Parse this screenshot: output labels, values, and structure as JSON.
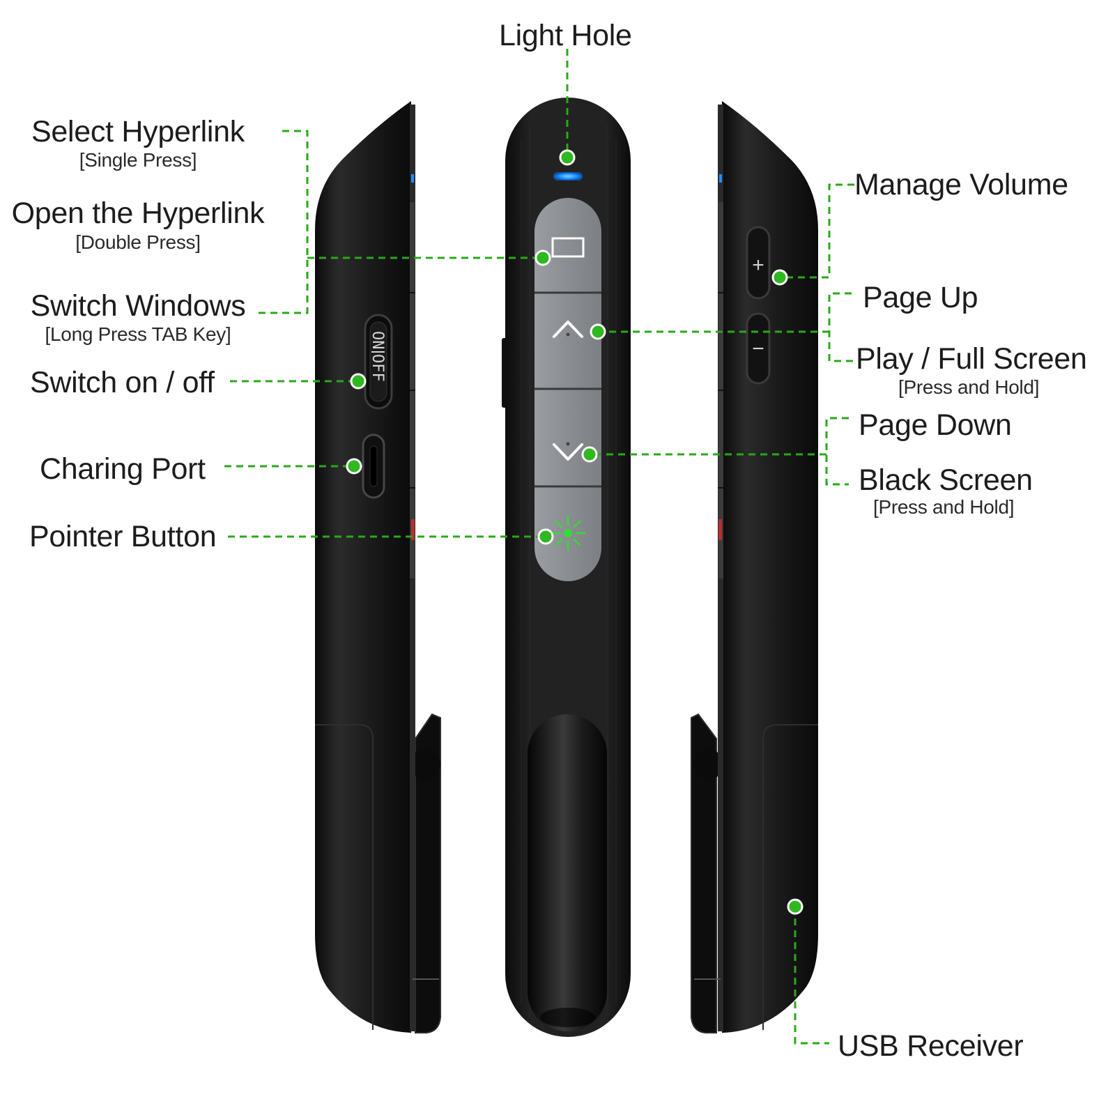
{
  "colors": {
    "leader": "#2aa81a",
    "dot": "#2fb820",
    "body": "#151515",
    "button": "#8d9094",
    "led": "#1e8fff"
  },
  "labels": {
    "light_hole": "Light Hole",
    "select_hyperlink": "Select Hyperlink",
    "select_hyperlink_note": "[Single Press]",
    "open_hyperlink": "Open the Hyperlink",
    "open_hyperlink_note": "[Double Press]",
    "switch_windows": "Switch Windows",
    "switch_windows_note": "[Long Press TAB Key]",
    "switch_on_off": "Switch on / off",
    "charging_port": "Charing Port",
    "pointer_button": "Pointer Button",
    "manage_volume": "Manage Volume",
    "page_up": "Page Up",
    "play_full_screen": "Play / Full Screen",
    "play_full_screen_note": "[Press and Hold]",
    "page_down": "Page Down",
    "black_screen": "Black Screen",
    "black_screen_note": "[Press and Hold]",
    "usb_receiver": "USB Receiver"
  },
  "device": {
    "switch_on": "ON",
    "switch_off": "OFF",
    "volume_up": "+",
    "volume_down": "−"
  },
  "icons": [
    "window-icon",
    "chevron-up-icon",
    "chevron-down-icon",
    "laser-icon"
  ]
}
